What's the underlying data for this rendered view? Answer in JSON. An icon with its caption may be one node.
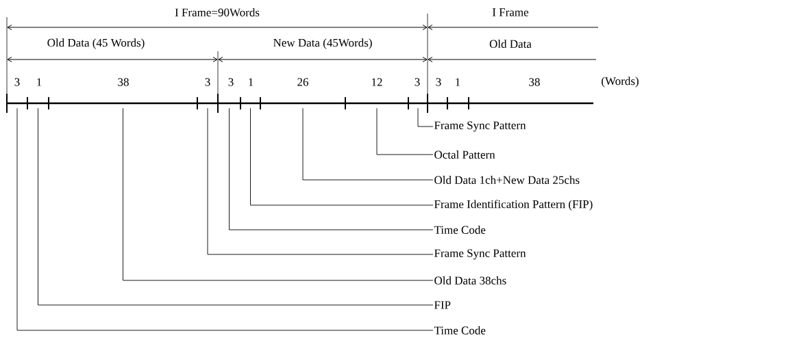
{
  "diagram": {
    "nodes": [
      {
        "text": [],
        "shape": "bar"
      },
      {
        "text": [],
        "shape": "bar"
      },
      {
        "text": [],
        "shape": "bar"
      },
      {
        "text": [],
        "shape": "bar"
      },
      {
        "text": [],
        "shape": "bar"
      },
      {
        "text": [],
        "shape": "bar"
      },
      {
        "text": [],
        "shape": "bar"
      },
      {
        "text": [],
        "shape": "bar"
      },
      {
        "text": [],
        "shape": "bar"
      },
      {
        "text": [
          "Frame Sync Pattern"
        ]
      },
      {
        "text": [
          "Octal Pattern"
        ]
      },
      {
        "text": [
          "Old Data 1ch+New Data 25chs"
        ]
      },
      {
        "text": [
          "Frame Identification Pattern (FIP)"
        ]
      },
      {
        "text": [
          "Time Code"
        ]
      },
      {
        "text": [
          "Frame Sync Pattern"
        ]
      },
      {
        "text": [
          "Old Data 38chs"
        ]
      },
      {
        "text": [
          "FIP"
        ]
      },
      {
        "text": [
          "Time Code"
        ]
      }
    ],
    "edges": [
      {
        "from": 9,
        "to": 8,
        "arrow": "none"
      },
      {
        "from": 10,
        "to": 7,
        "arrow": "none"
      },
      {
        "from": 11,
        "to": 6,
        "arrow": "none"
      },
      {
        "from": 12,
        "to": 5,
        "arrow": "none"
      },
      {
        "from": 13,
        "to": 4,
        "arrow": "none"
      },
      {
        "from": 14,
        "to": 3,
        "arrow": "none"
      },
      {
        "from": 15,
        "to": 2,
        "arrow": "none"
      },
      {
        "from": 16,
        "to": 1,
        "arrow": "none"
      },
      {
        "from": 17,
        "to": 0,
        "arrow": "none"
      }
    ],
    "labels": [
      "I Frame=90Words",
      "I Frame",
      "Old Data (45 Words)",
      "New Data (45Words)",
      "Old Data",
      "3",
      "1",
      "38",
      "3",
      "3",
      "1",
      "26",
      "12",
      "3",
      "3",
      "1",
      "38",
      "(Words)"
    ]
  }
}
